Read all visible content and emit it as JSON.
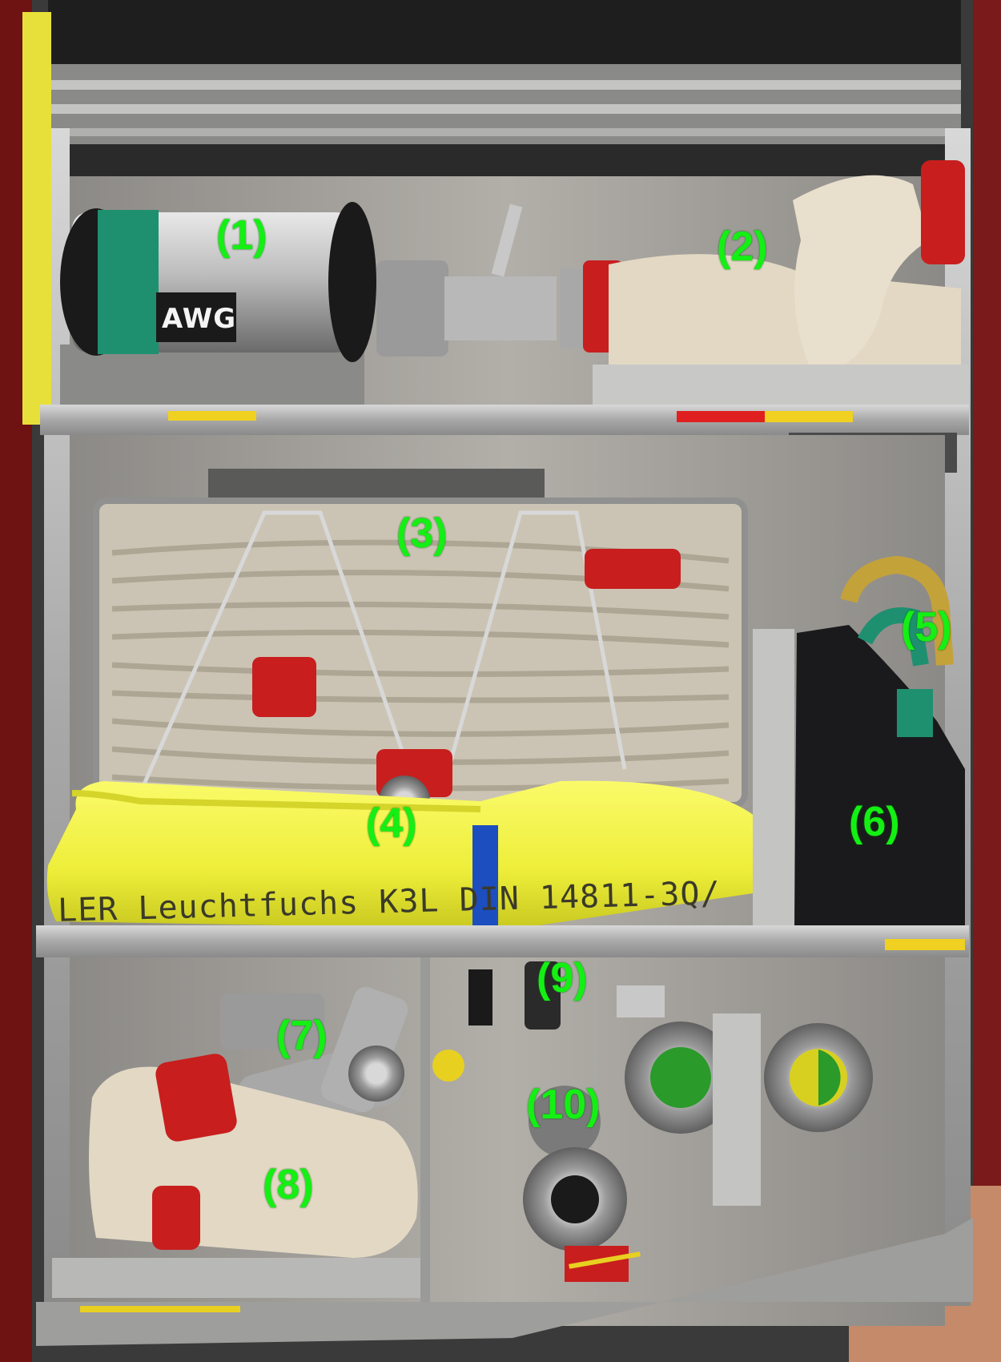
{
  "labels": {
    "item_1": "(1)",
    "item_2": "(2)",
    "item_3": "(3)",
    "item_4": "(4)",
    "item_5": "(5)",
    "item_6": "(6)",
    "item_7": "(7)",
    "item_8": "(8)",
    "item_9": "(9)",
    "item_10": "(10)"
  },
  "markings": {
    "device_logo": "AWG",
    "hose_print": "LER Leuchtfuchs K3L DIN 14811-3Q/"
  },
  "colors": {
    "label_green": "#14f014",
    "coupling_red": "#c81e1e",
    "hose_yellow": "#f0f03c",
    "hose_beige": "#e2d8c4",
    "strap_green": "#1e9070",
    "strap_blue": "#1c4ec0",
    "frame_aluminium": "#b8b8b8"
  }
}
